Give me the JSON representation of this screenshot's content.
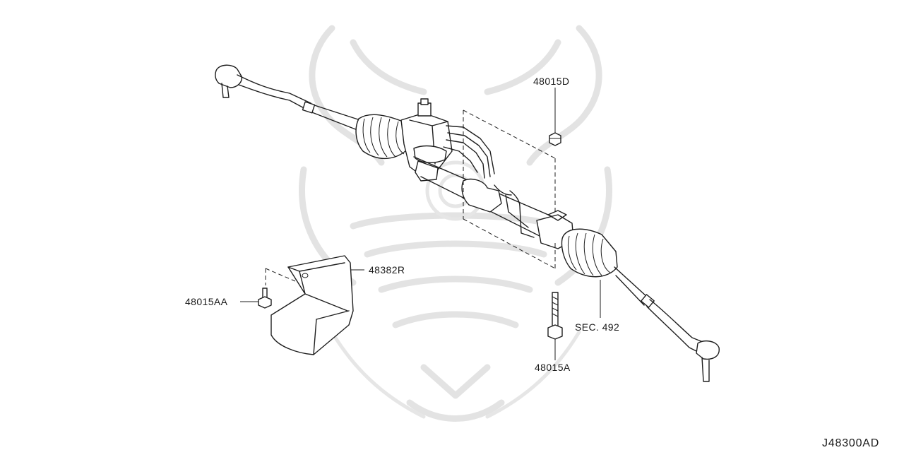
{
  "diagram": {
    "code": "J48300AD",
    "callouts": {
      "nut_top": "48015D",
      "bracket": "48382R",
      "bolt_left": "48015AA",
      "bolt_bottom": "48015A",
      "section_ref": "SEC. 492"
    },
    "icons": {
      "watermark": "samurai-helmet-watermark-icon"
    },
    "colors": {
      "line": "#1e1e1e",
      "watermark": "#e3e3e3",
      "background": "#ffffff"
    }
  }
}
